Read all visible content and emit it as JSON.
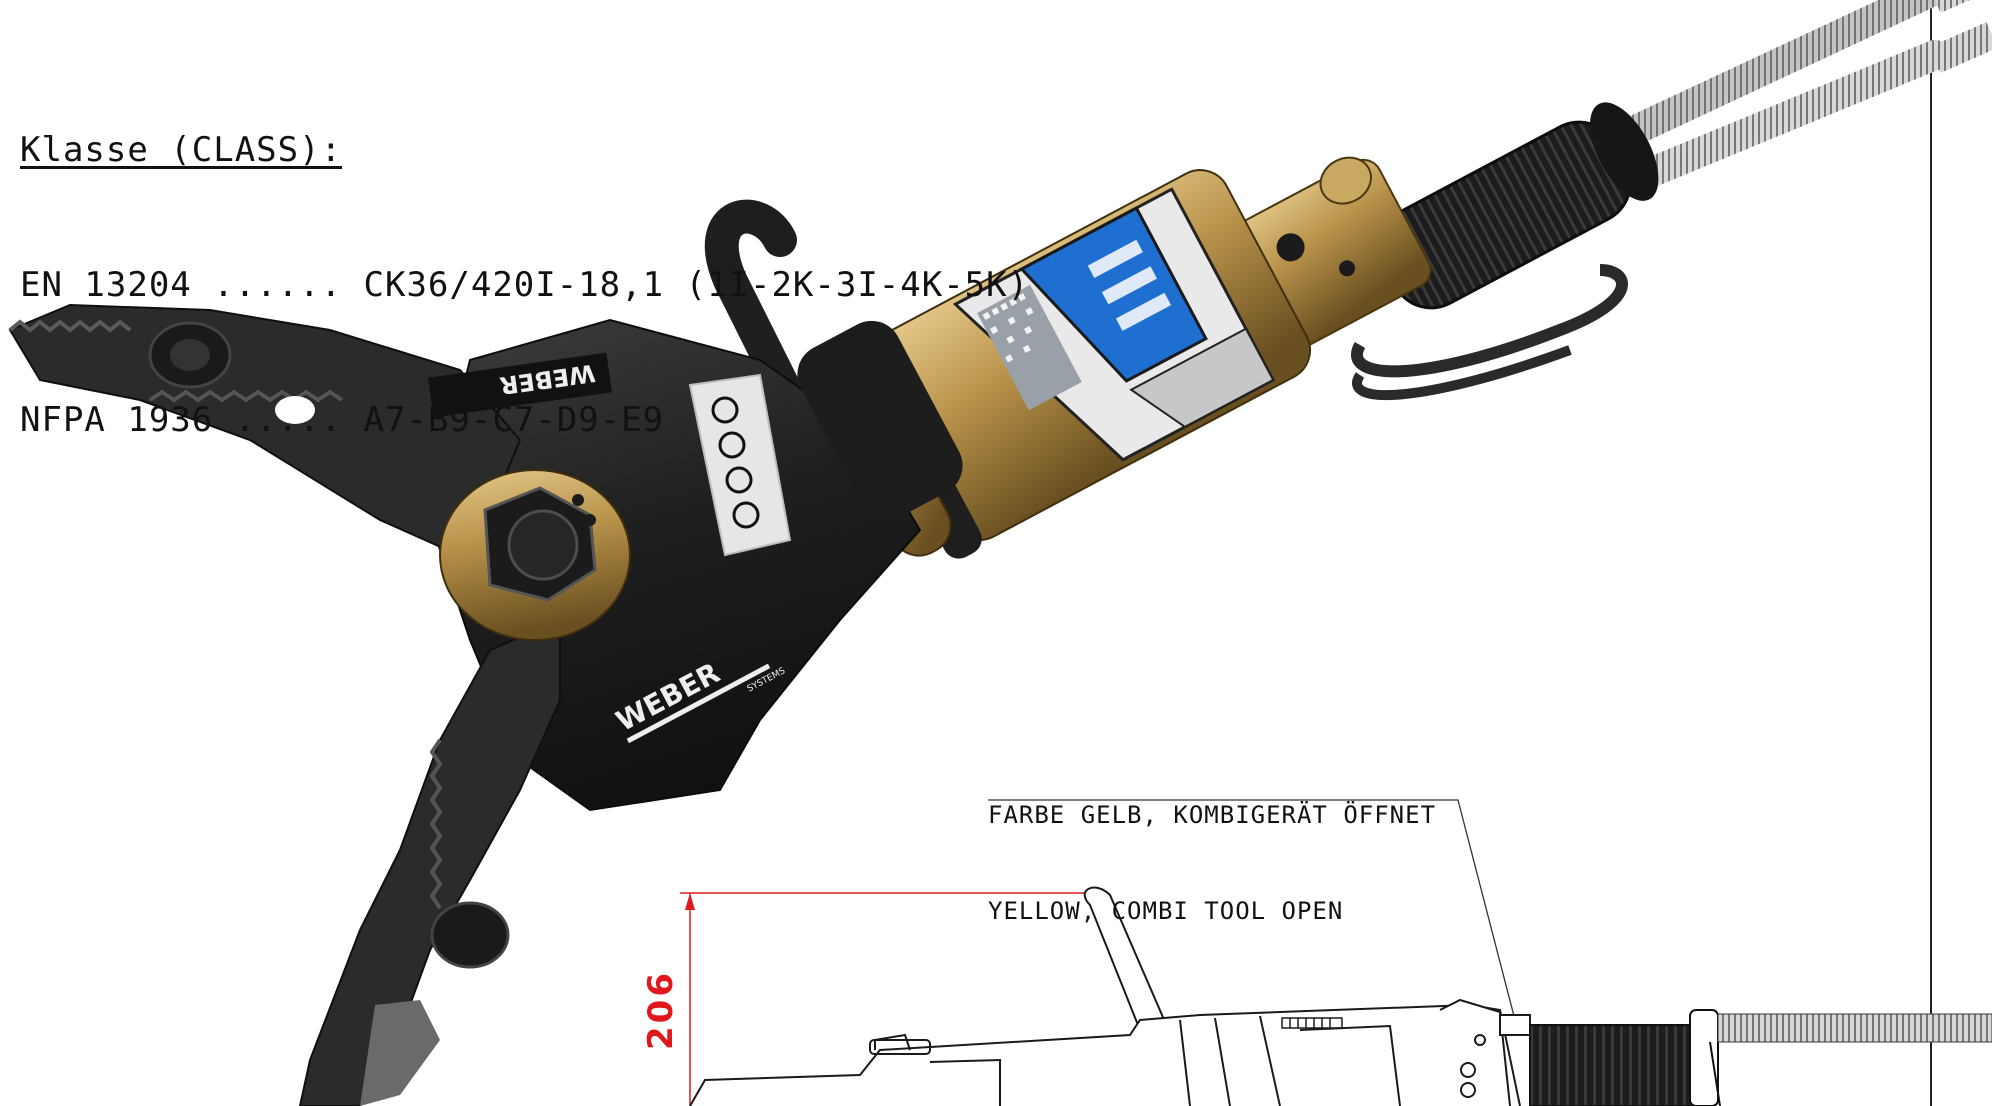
{
  "klasse": {
    "title": "Klasse (CLASS):",
    "line1": "EN 13204 ...... CK36/420I-18,1 (1I-2K-3I-4K-5K)",
    "line2": "NFPA 1936 ..... A7-B9-C7-D9-E9"
  },
  "note": {
    "line1": "FARBE GELB, KOMBIGERÄT ÖFFNET",
    "line2": "YELLOW, COMBI TOOL OPEN"
  },
  "dimension": {
    "value": "206",
    "color": "#e0181c"
  },
  "brand": {
    "name": "WEBER",
    "sub": "SYSTEMS"
  },
  "colors": {
    "body": "#262626",
    "gold": "#b08d3c",
    "label_blue": "#1f6fd0",
    "dimension_red": "#e0181c"
  }
}
